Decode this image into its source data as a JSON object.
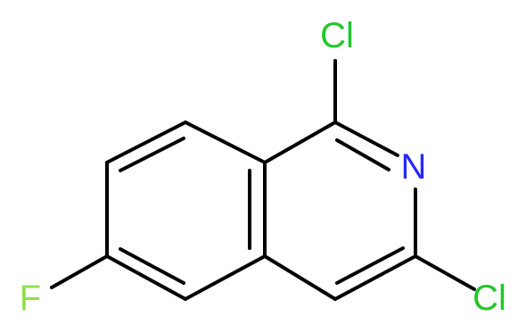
{
  "molecule": {
    "atoms": {
      "cl1": {
        "symbol": "Cl",
        "color": "#22c72a"
      },
      "n": {
        "symbol": "N",
        "color": "#2828ff"
      },
      "cl3": {
        "symbol": "Cl",
        "color": "#22c72a"
      },
      "f": {
        "symbol": "F",
        "color": "#90e050"
      }
    },
    "bond_color": "#000000"
  }
}
